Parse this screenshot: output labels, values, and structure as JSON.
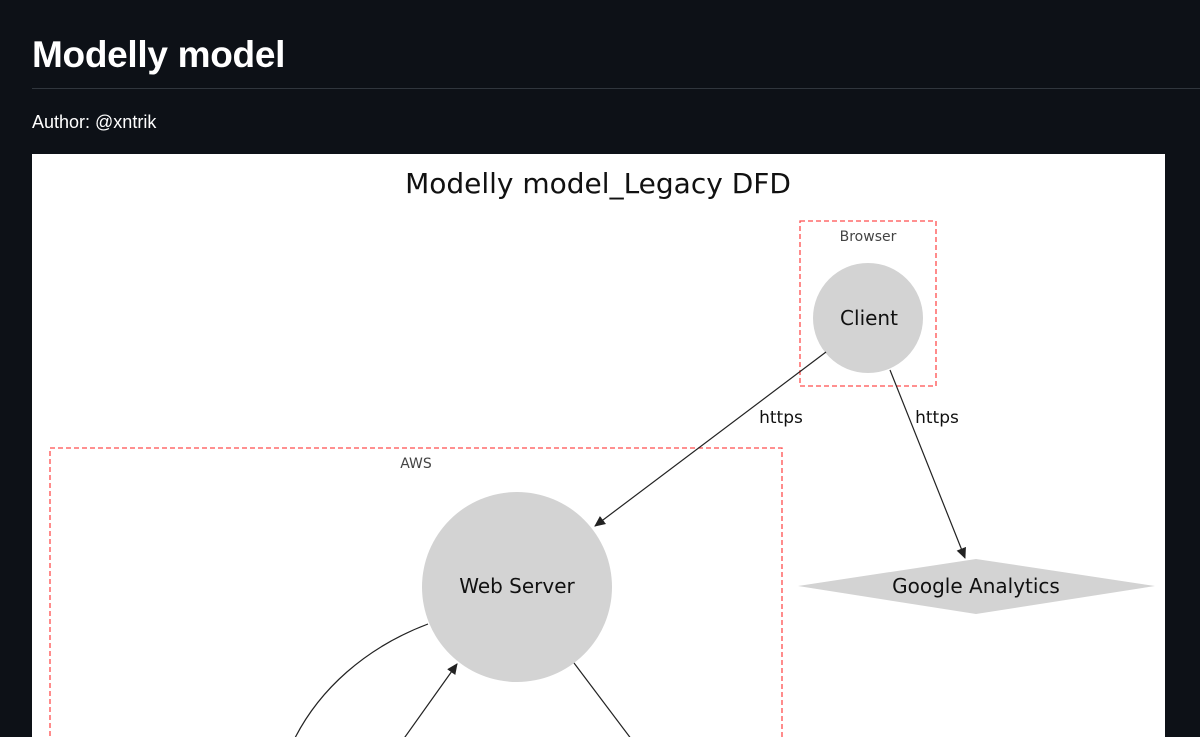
{
  "page": {
    "title": "Modelly model",
    "author": "Author: @xntrik"
  },
  "diagram": {
    "title": "Modelly model_Legacy DFD",
    "boundaries": {
      "browser": "Browser",
      "aws": "AWS"
    },
    "nodes": {
      "client": "Client",
      "web_server": "Web Server",
      "google_analytics": "Google Analytics"
    },
    "edges": {
      "client_to_web_server": "https",
      "client_to_google_analytics": "https"
    },
    "colors": {
      "boundary": "#ff4d4d",
      "node_fill": "#d3d3d3",
      "edge": "#222222"
    }
  }
}
